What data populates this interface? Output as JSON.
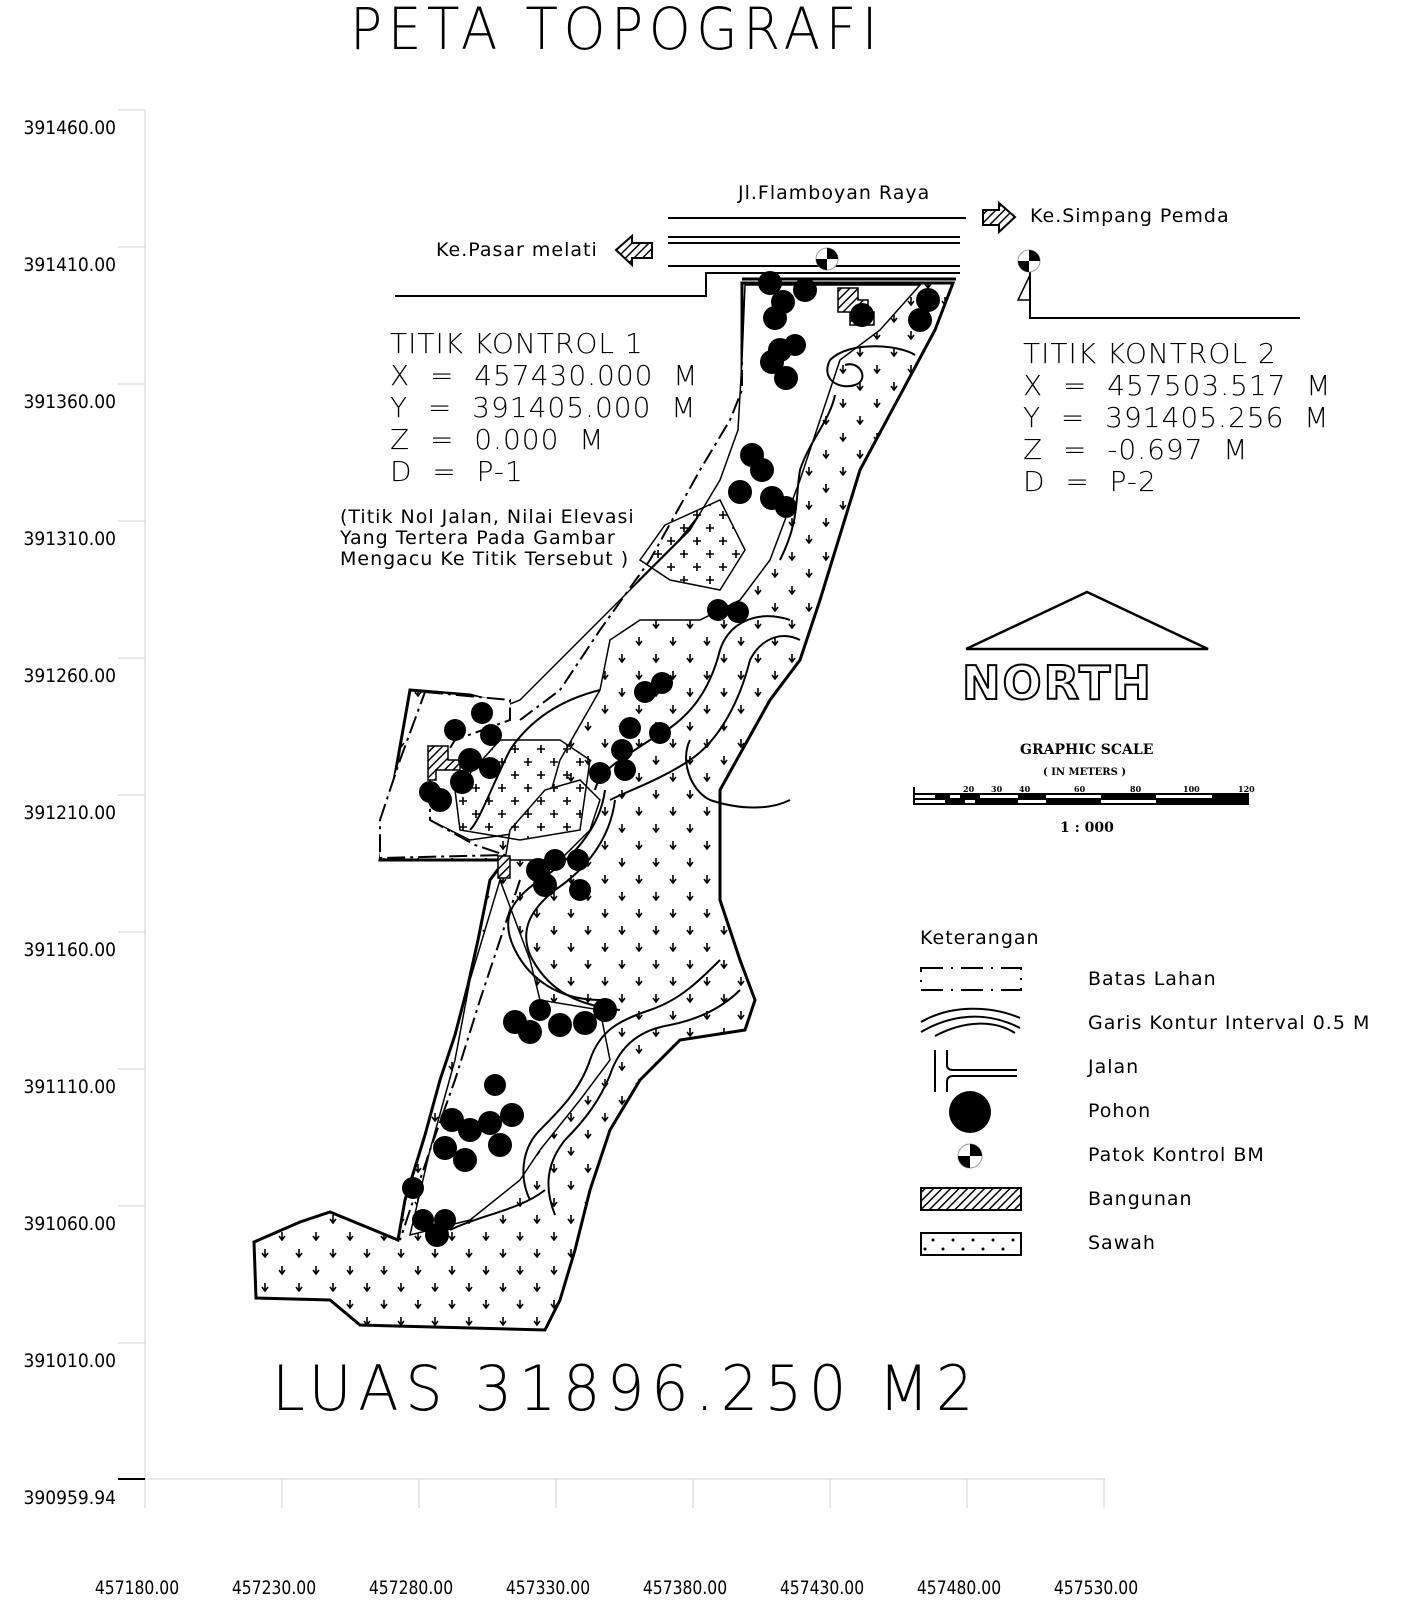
{
  "title": "PETA TOPOGRAFI",
  "axes": {
    "y_ticks": [
      "391460.00",
      "391410.00",
      "391360.00",
      "391310.00",
      "391260.00",
      "391210.00",
      "391160.00",
      "391110.00",
      "391060.00",
      "391010.00",
      "390959.94"
    ],
    "x_ticks": [
      "457180.00",
      "457230.00",
      "457280.00",
      "457330.00",
      "457380.00",
      "457430.00",
      "457480.00",
      "457530.00"
    ],
    "grid_color": "#d0d0d0"
  },
  "roads": {
    "main_road": "Jl.Flamboyan Raya",
    "to_left": "Ke.Pasar melati",
    "to_right": "Ke.Simpang Pemda"
  },
  "control_points": [
    {
      "title": "TITIK KONTROL 1",
      "x": "X  =  457430.000  M",
      "y": "Y  =  391405.000  M",
      "z": "Z  =  0.000  M",
      "d": "D  =  P-1"
    },
    {
      "title": "TITIK KONTROL 2",
      "x": "X  =  457503.517  M",
      "y": "Y  =  391405.256  M",
      "z": "Z  =  -0.697  M",
      "d": "D  =  P-2"
    }
  ],
  "note": {
    "line1": "(Titik Nol Jalan, Nilai Elevasi",
    "line2": "Yang Tertera Pada Gambar",
    "line3": "Mengacu Ke Titik Tersebut )"
  },
  "north": {
    "label": "NORTH"
  },
  "graphic_scale": {
    "title": "GRAPHIC SCALE",
    "unit": "( IN METERS )",
    "ticks": [
      "20",
      "30",
      "40",
      "60",
      "80",
      "100",
      "120"
    ],
    "ratio": "1 : 000"
  },
  "legend": {
    "title": "Keterangan",
    "items": [
      {
        "symbol": "dash-dot-rectangle",
        "label": "Batas Lahan"
      },
      {
        "symbol": "contour-lines",
        "label": "Garis Kontur Interval 0.5 M"
      },
      {
        "symbol": "road-junction",
        "label": "Jalan"
      },
      {
        "symbol": "tree",
        "label": "Pohon"
      },
      {
        "symbol": "benchmark",
        "label": "Patok Kontrol BM"
      },
      {
        "symbol": "hatched-rectangle",
        "label": "Bangunan"
      },
      {
        "symbol": "dotted-rectangle",
        "label": "Sawah"
      }
    ]
  },
  "area": "LUAS  31896.250  M2"
}
